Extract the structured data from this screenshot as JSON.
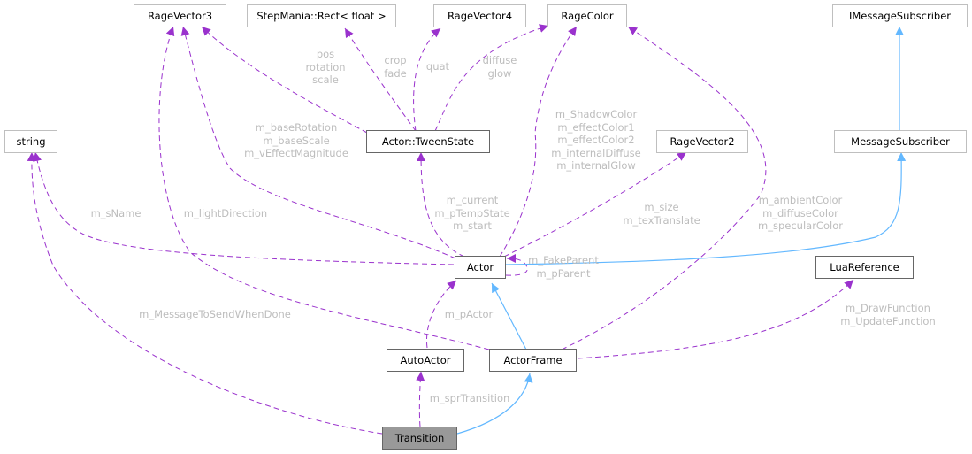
{
  "diagram_title": "Collaboration diagram for Transition",
  "colors": {
    "member_edge": "#9a32cd",
    "inheritance_edge": "#63b8ff",
    "label_text": "#bdbdbd",
    "focus_fill": "#999999"
  },
  "nodes": {
    "ragevector3": "RageVector3",
    "steprect": "StepMania::Rect< float >",
    "ragevector4": "RageVector4",
    "ragecolor": "RageColor",
    "imessagesubscriber": "IMessageSubscriber",
    "string": "string",
    "tweenstate": "Actor::TweenState",
    "ragevector2": "RageVector2",
    "messagesubscriber": "MessageSubscriber",
    "actor": "Actor",
    "luareference": "LuaReference",
    "autoactor": "AutoActor",
    "actorframe": "ActorFrame",
    "transition": "Transition"
  },
  "edge_labels": {
    "pos_rotation_scale": "pos\nrotation\nscale",
    "crop_fade": "crop\nfade",
    "quat": "quat",
    "diffuse_glow": "diffuse\nglow",
    "base_vectors": "m_baseRotation\nm_baseScale\nm_vEffectMagnitude",
    "colors": "m_ShadowColor\nm_effectColor1\nm_effectColor2\nm_internalDiffuse\nm_internalGlow",
    "sname": "m_sName",
    "light_direction": "m_lightDirection",
    "tween_members": "m_current\nm_pTempState\nm_start",
    "size_tex": "m_size\nm_texTranslate",
    "light_colors": "m_ambientColor\nm_diffuseColor\nm_specularColor",
    "parents": "m_FakeParent\nm_pParent",
    "message_done": "m_MessageToSendWhenDone",
    "pactor": "m_pActor",
    "lua_functions": "m_DrawFunction\nm_UpdateFunction",
    "spr_transition": "m_sprTransition"
  }
}
